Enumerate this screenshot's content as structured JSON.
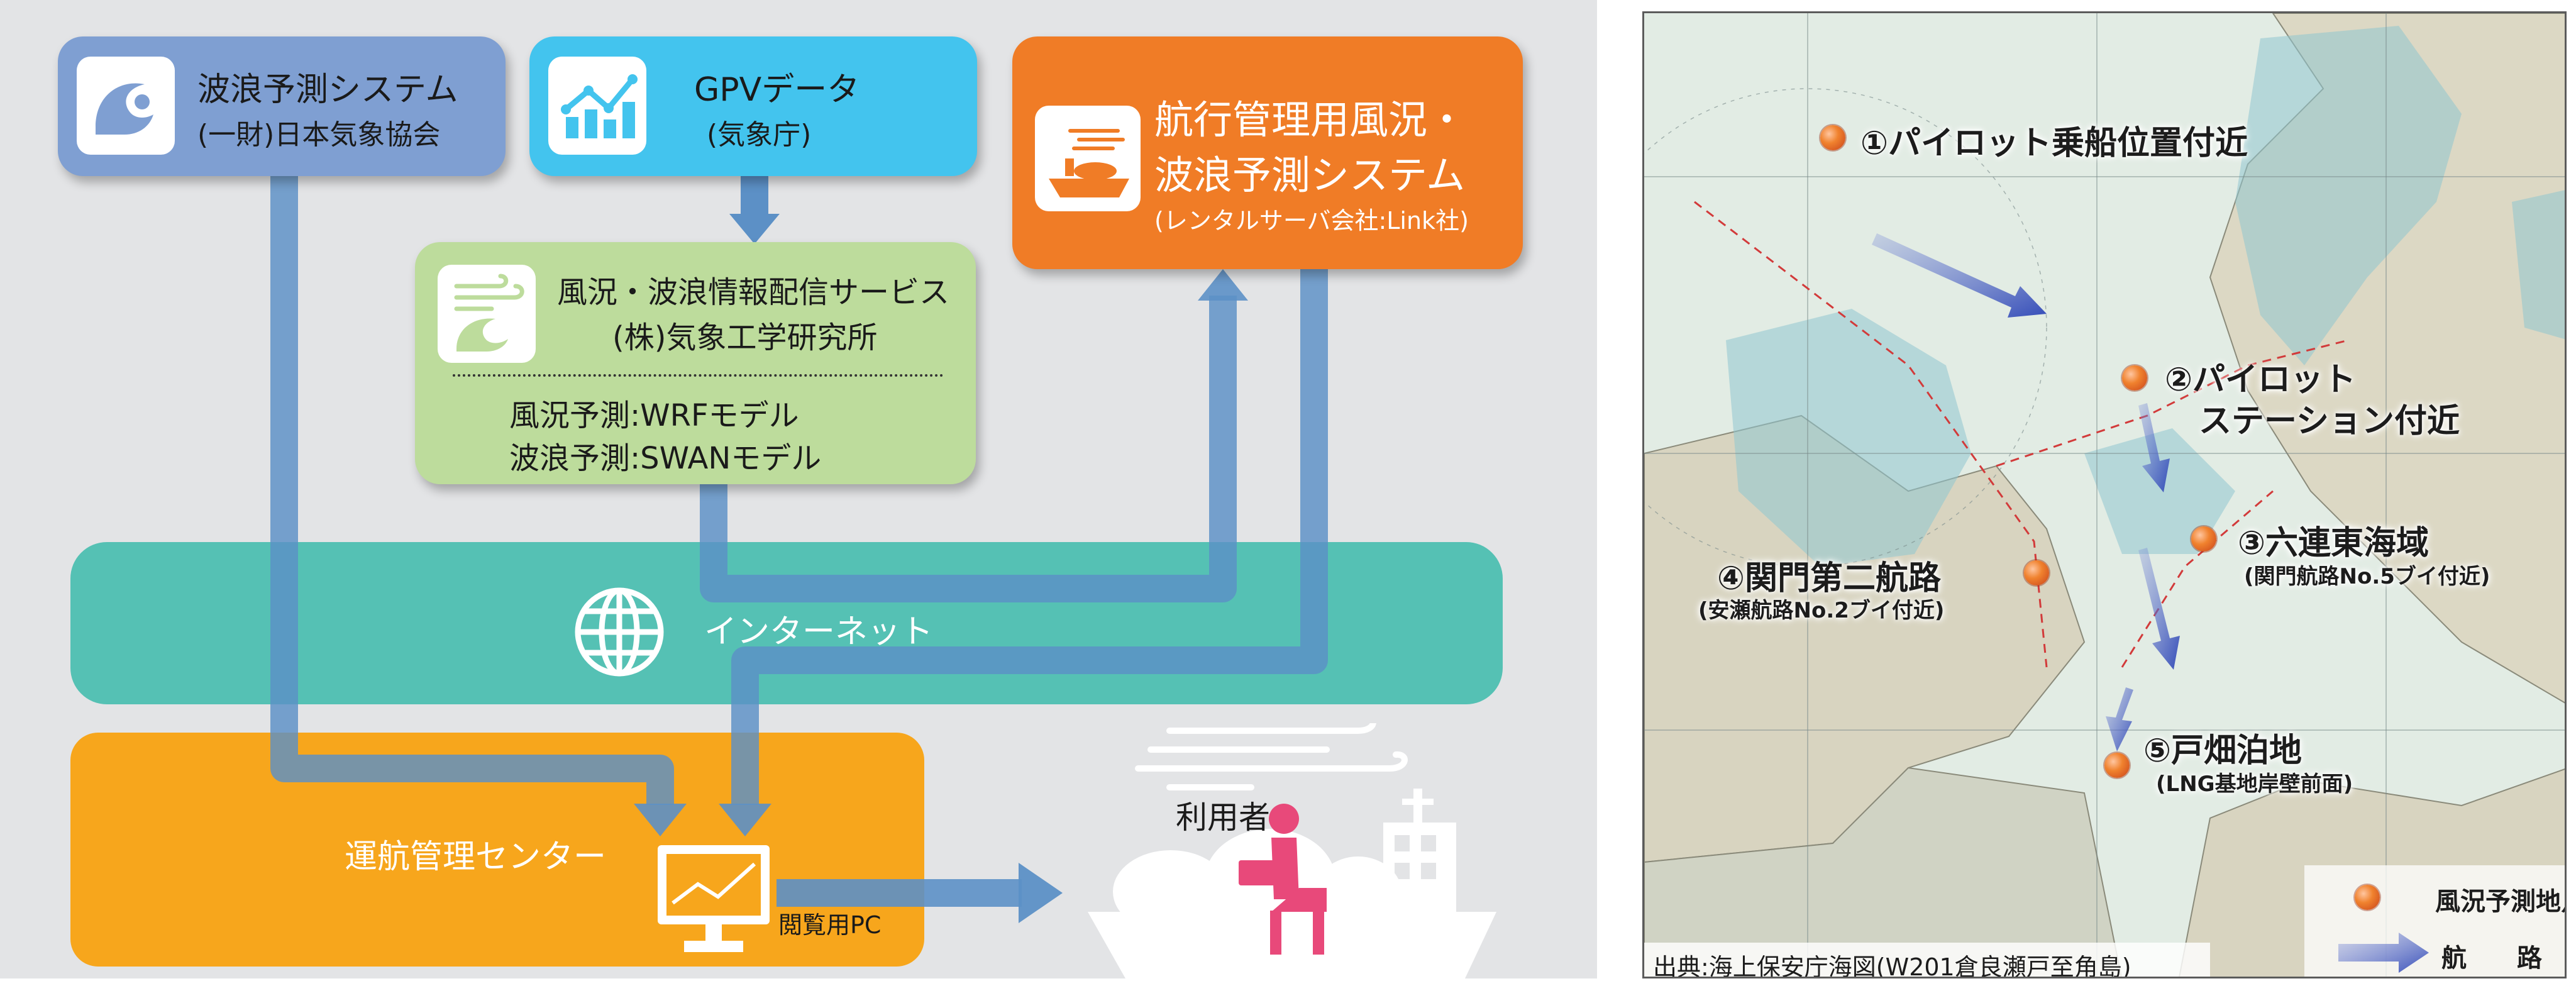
{
  "diagram": {
    "wave_system": {
      "title": "波浪予測システム",
      "org": "(一財)日本気象協会"
    },
    "gpv": {
      "title": "GPVデータ",
      "org": "(気象庁)"
    },
    "nav_system": {
      "title_line1": "航行管理用風況・",
      "title_line2": "波浪予測システム",
      "org": "(レンタルサーバ会社:Link社)"
    },
    "service": {
      "title": "風況・波浪情報配信サービス",
      "org": "(株)気象工学研究所",
      "model_wind": "風況予測:WRFモデル",
      "model_wave": "波浪予測:SWANモデル"
    },
    "internet": {
      "label": "インターネット"
    },
    "center": {
      "label": "運航管理センター",
      "pc_label": "閲覧用PC"
    },
    "user": {
      "label": "利用者"
    },
    "colors": {
      "wave_box": "#7f9fd2",
      "gpv_box": "#43c4ee",
      "nav_box": "#f07c26",
      "service_box": "#bddc9c",
      "internet_band": "#55c1b4",
      "center_box": "#f7a61c",
      "arrow": "#5c90c6",
      "user_pink": "#e8497a"
    }
  },
  "map": {
    "points": [
      {
        "num": "①",
        "label": "パイロット乗船位置付近"
      },
      {
        "num": "②",
        "label_line1": "パイロット",
        "label_line2": "ステーション付近"
      },
      {
        "num": "③",
        "label": "六連東海域",
        "sub": "(関門航路No.5ブイ付近)"
      },
      {
        "num": "④",
        "label": "関門第二航路",
        "sub": "(安瀬航路No.2ブイ付近)"
      },
      {
        "num": "⑤",
        "label": "戸畑泊地",
        "sub": "(LNG基地岸壁前面)"
      }
    ],
    "legend": {
      "point_label": "風況予測地点",
      "route_label": "航　　路"
    },
    "source": "出典:海上保安庁海図(W201倉良瀬戸至角島)"
  }
}
